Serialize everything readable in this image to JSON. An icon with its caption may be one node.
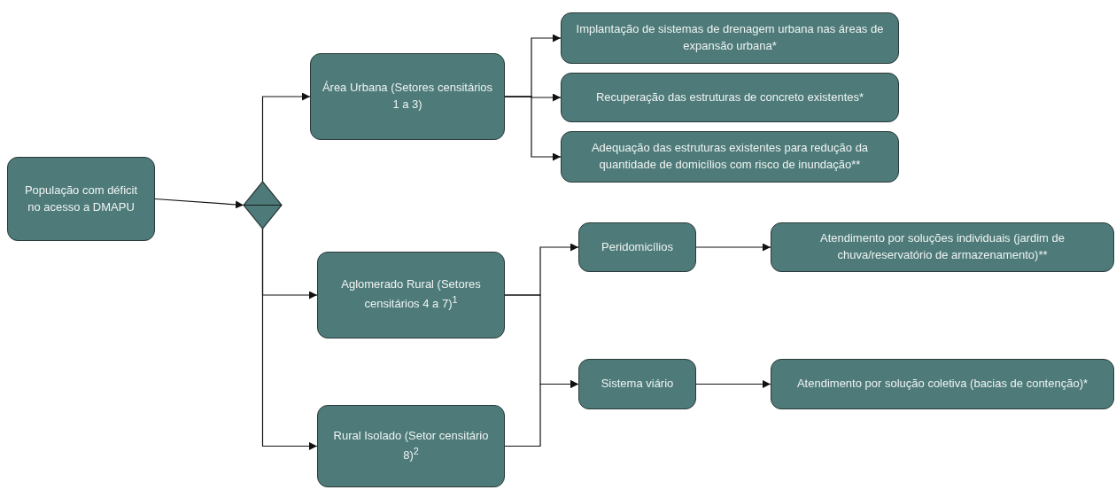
{
  "diagram": {
    "nodes": [
      {
        "text": [
          "População com déficit no acesso a DMAPU"
        ]
      },
      {
        "text": [],
        "shape": "diamond"
      },
      {
        "text": [
          "Área Urbana (Setores censitários 1 a 3)"
        ]
      },
      {
        "text": [
          "Implantação de sistemas de drenagem urbana nas áreas de expansão urbana*"
        ]
      },
      {
        "text": [
          "Recuperação das estruturas de concreto existentes*"
        ]
      },
      {
        "text": [
          "Adequação das estruturas existentes para redução da quantidade de domicílios com risco de inundação**"
        ]
      },
      {
        "text": [
          "Aglomerado Rural (Setores censitários 4 a 7)$^{1}$"
        ]
      },
      {
        "text": [
          "Rural Isolado (Setor censitário 8)$^{2}$"
        ]
      },
      {
        "text": [
          "Peridomicílios"
        ]
      },
      {
        "text": [
          "Sistema viário"
        ]
      },
      {
        "text": [
          "Atendimento por soluções individuais (jardim de chuva/reservatório de armazenamento)**"
        ]
      },
      {
        "text": [
          "Atendimento por solução coletiva (bacias de contenção)*"
        ]
      }
    ],
    "edges": [
      {
        "from": 0,
        "to": 1,
        "arrow": "to"
      },
      {
        "from": 1,
        "to": 2,
        "arrow": "to"
      },
      {
        "from": 1,
        "to": 6,
        "arrow": "to"
      },
      {
        "from": 1,
        "to": 7,
        "arrow": "to"
      },
      {
        "from": 2,
        "to": 3,
        "arrow": "to"
      },
      {
        "from": 2,
        "to": 4,
        "arrow": "to"
      },
      {
        "from": 2,
        "to": 5,
        "arrow": "to"
      },
      {
        "from": 6,
        "to": 8,
        "arrow": "to"
      },
      {
        "from": 6,
        "to": 9,
        "arrow": "to"
      },
      {
        "from": 7,
        "to": 9,
        "arrow": "to"
      },
      {
        "from": 8,
        "to": 10,
        "arrow": "to"
      },
      {
        "from": 9,
        "to": 11,
        "arrow": "to"
      }
    ]
  }
}
